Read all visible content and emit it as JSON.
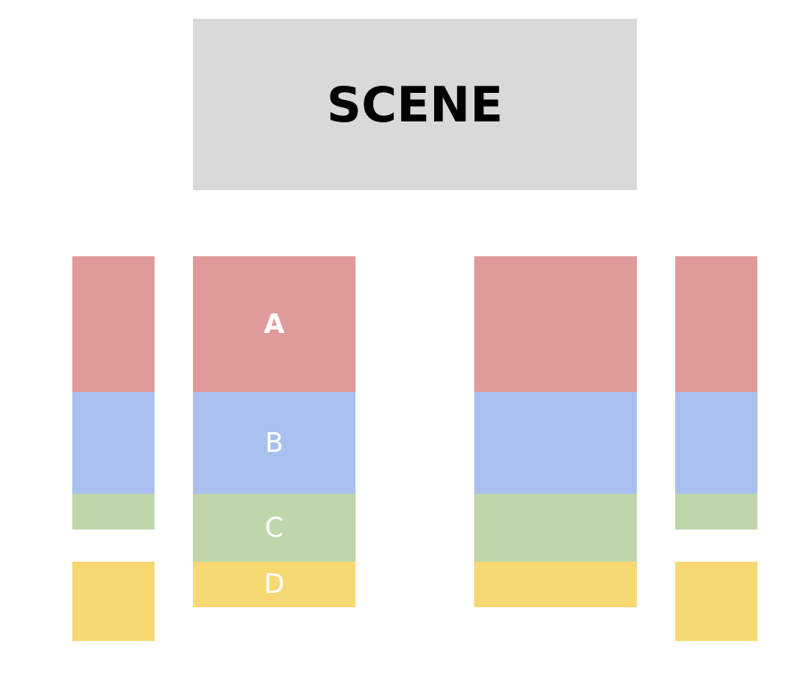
{
  "stage": {
    "label": "SCENE",
    "color": "#d9d9d9"
  },
  "sections": {
    "A": {
      "label": "A",
      "color": "#df9b9a"
    },
    "B": {
      "label": "B",
      "color": "#a9c0ee"
    },
    "C": {
      "label": "C",
      "color": "#bed6aa"
    },
    "D": {
      "label": "D",
      "color": "#f7d873"
    }
  }
}
